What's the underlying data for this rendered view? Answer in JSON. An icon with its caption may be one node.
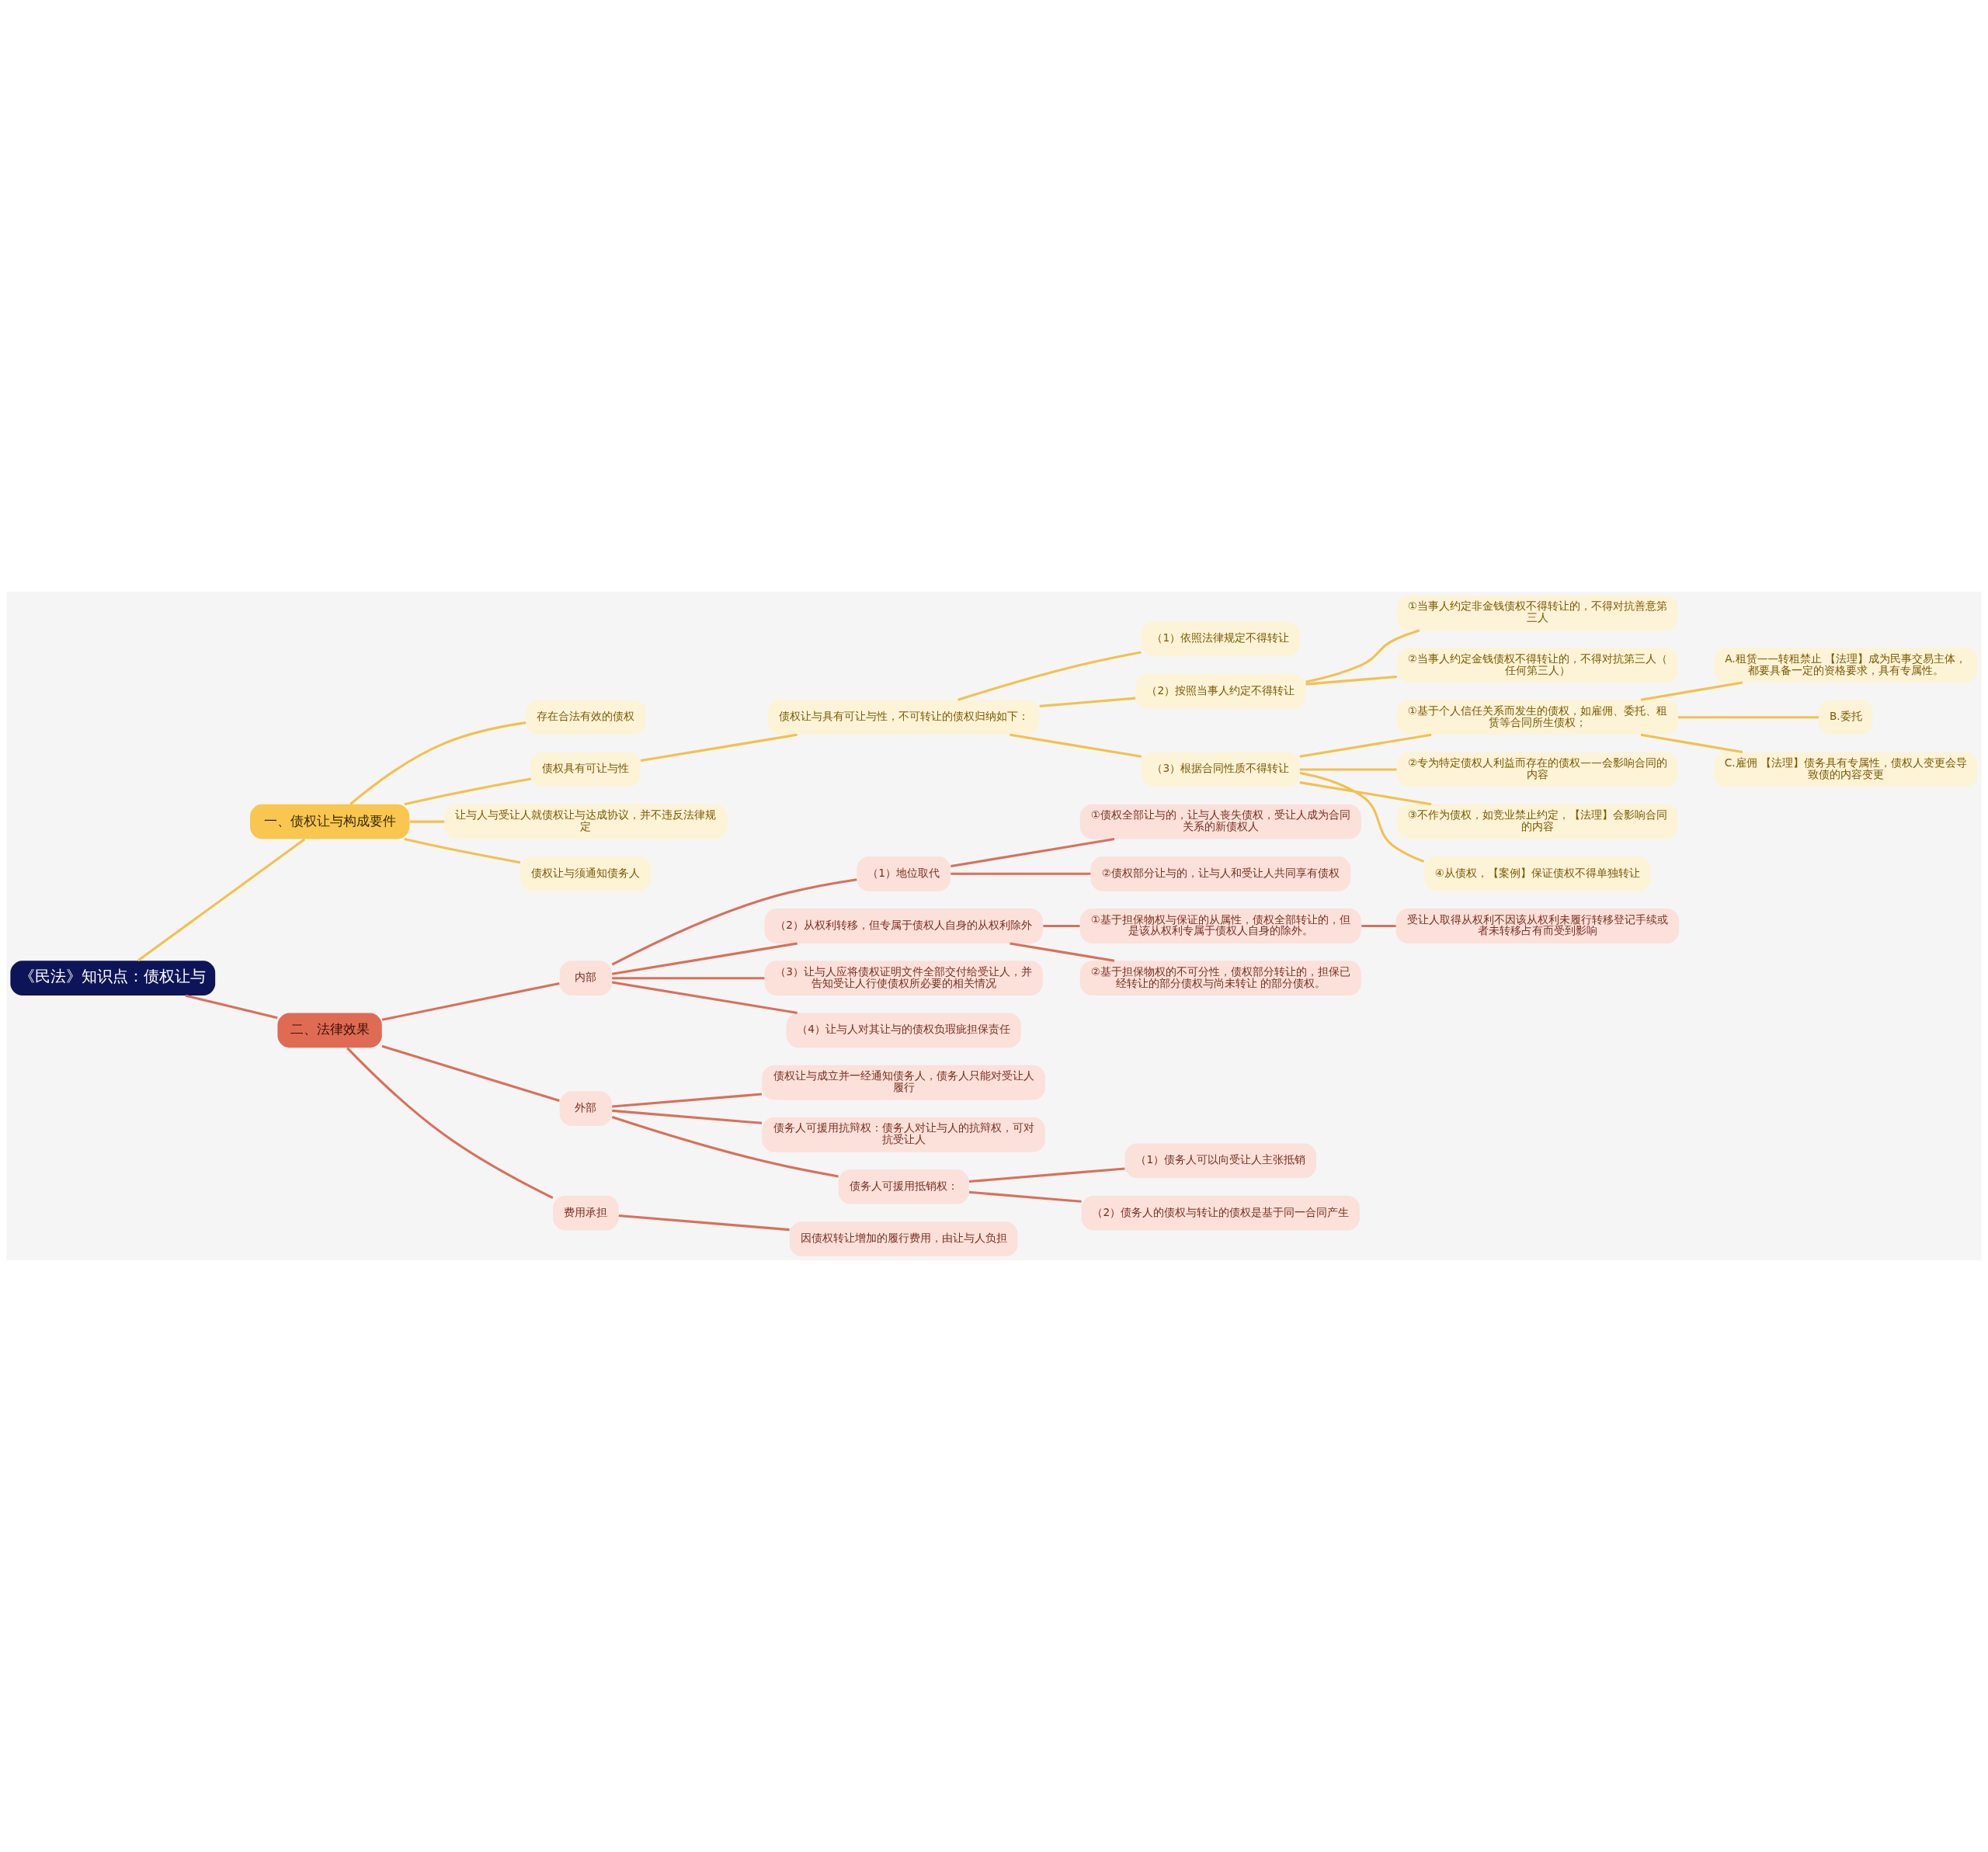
{
  "diagram": {
    "nodes": [
      {
        "text": [
          "《民法》知识点：债权让与"
        ]
      },
      {
        "text": [
          "一、债权让与构成要件"
        ]
      },
      {
        "text": [
          "存在合法有效的债权"
        ]
      },
      {
        "text": [
          "债权具有可让与性"
        ]
      },
      {
        "text": [
          "债权让与具有可让与性，不可转让的债权归纳如下："
        ]
      },
      {
        "text": [
          "（1）依照法律规定不得转让"
        ]
      },
      {
        "text": [
          "（2）按照当事人约定不得转让"
        ]
      },
      {
        "text": [
          "①当事人约定非金钱债权不得转让的，不得对抗善意第三人"
        ]
      },
      {
        "text": [
          "②当事人约定金钱债权不得转让的，不得对抗第三人（任何第三人）"
        ]
      },
      {
        "text": [
          "（3）根据合同性质不得转让"
        ]
      },
      {
        "text": [
          "①基于个人信任关系而发生的债权，如雇佣、委托、租赁等合同所生债权；"
        ]
      },
      {
        "text": [
          "A.租赁——转租禁止 【法理】成为民事交易主体，都要具备一定的资格要求，具有专属性。"
        ]
      },
      {
        "text": [
          "B.委托"
        ]
      },
      {
        "text": [
          "C.雇佣 【法理】债务具有专属性，债权人变更会导致债的内容变更"
        ]
      },
      {
        "text": [
          "②专为特定债权人利益而存在的债权——会影响合同的内容"
        ]
      },
      {
        "text": [
          "③不作为债权，如竞业禁止约定，【法理】会影响合同的内容"
        ]
      },
      {
        "text": [
          "④从债权，【案例】保证债权不得单独转让"
        ]
      },
      {
        "text": [
          "让与人与受让人就债权让与达成协议，并不违反法律规定"
        ]
      },
      {
        "text": [
          "债权让与须通知债务人"
        ]
      },
      {
        "text": [
          "二、法律效果"
        ]
      },
      {
        "text": [
          "内部"
        ]
      },
      {
        "text": [
          "（1）地位取代"
        ]
      },
      {
        "text": [
          "①债权全部让与的，让与人丧失债权，受让人成为合同关系的新债权人"
        ]
      },
      {
        "text": [
          "②债权部分让与的，让与人和受让人共同享有债权"
        ]
      },
      {
        "text": [
          "（2）从权利转移，但专属于债权人自身的从权利除外"
        ]
      },
      {
        "text": [
          "①基于担保物权与保证的从属性，债权全部转让的，但是该从权利专属于债权人自身的除外。"
        ]
      },
      {
        "text": [
          "受让人取得从权利不因该从权利未履行转移登记手续或者未转移占有而受到影响"
        ]
      },
      {
        "text": [
          "②基于担保物权的不可分性，债权部分转让的，担保已经转让的部分债权与尚未转让 的部分债权。"
        ]
      },
      {
        "text": [
          "（3）让与人应将债权证明文件全部交付给受让人，并告知受让人行使债权所必要的相关情况"
        ]
      },
      {
        "text": [
          "（4）让与人对其让与的债权负瑕疵担保责任"
        ]
      },
      {
        "text": [
          "外部"
        ]
      },
      {
        "text": [
          "债权让与成立并一经通知债务人，债务人只能对受让人履行"
        ]
      },
      {
        "text": [
          "债务人可援用抗辩权：债务人对让与人的抗辩权，可对抗受让人"
        ]
      },
      {
        "text": [
          "债务人可援用抵销权："
        ]
      },
      {
        "text": [
          "（1）债务人可以向受让人主张抵销"
        ]
      },
      {
        "text": [
          "（2）债务人的债权与转让的债权是基于同一合同产生"
        ]
      },
      {
        "text": [
          "费用承担"
        ]
      },
      {
        "text": [
          "因债权转让增加的履行费用，由让与人负担"
        ]
      }
    ],
    "edges": [
      {
        "from": 0,
        "to": 1,
        "arrow": "none",
        "color": "#f2c14e"
      },
      {
        "from": 1,
        "to": 2,
        "arrow": "none",
        "color": "#f2c14e"
      },
      {
        "from": 1,
        "to": 3,
        "arrow": "none",
        "color": "#f2c14e"
      },
      {
        "from": 3,
        "to": 4,
        "arrow": "none",
        "color": "#f2c14e"
      },
      {
        "from": 4,
        "to": 5,
        "arrow": "none",
        "color": "#f2c14e"
      },
      {
        "from": 4,
        "to": 6,
        "arrow": "none",
        "color": "#f2c14e"
      },
      {
        "from": 6,
        "to": 7,
        "arrow": "none",
        "color": "#f2c14e"
      },
      {
        "from": 6,
        "to": 8,
        "arrow": "none",
        "color": "#f2c14e"
      },
      {
        "from": 4,
        "to": 9,
        "arrow": "none",
        "color": "#f2c14e"
      },
      {
        "from": 9,
        "to": 10,
        "arrow": "none",
        "color": "#f2c14e"
      },
      {
        "from": 10,
        "to": 11,
        "arrow": "none",
        "color": "#f2c14e"
      },
      {
        "from": 10,
        "to": 12,
        "arrow": "none",
        "color": "#f2c14e"
      },
      {
        "from": 10,
        "to": 13,
        "arrow": "none",
        "color": "#f2c14e"
      },
      {
        "from": 9,
        "to": 14,
        "arrow": "none",
        "color": "#f2c14e"
      },
      {
        "from": 9,
        "to": 15,
        "arrow": "none",
        "color": "#f2c14e"
      },
      {
        "from": 9,
        "to": 16,
        "arrow": "none",
        "color": "#f2c14e"
      },
      {
        "from": 1,
        "to": 17,
        "arrow": "none",
        "color": "#f2c14e"
      },
      {
        "from": 1,
        "to": 18,
        "arrow": "none",
        "color": "#f2c14e"
      },
      {
        "from": 0,
        "to": 19,
        "arrow": "none"
      },
      {
        "from": 19,
        "to": 20,
        "arrow": "none"
      },
      {
        "from": 20,
        "to": 21,
        "arrow": "none"
      },
      {
        "from": 21,
        "to": 22,
        "arrow": "none"
      },
      {
        "from": 21,
        "to": 23,
        "arrow": "none"
      },
      {
        "from": 20,
        "to": 24,
        "arrow": "none"
      },
      {
        "from": 24,
        "to": 25,
        "arrow": "none"
      },
      {
        "from": 25,
        "to": 26,
        "arrow": "none"
      },
      {
        "from": 24,
        "to": 27,
        "arrow": "none"
      },
      {
        "from": 20,
        "to": 28,
        "arrow": "none"
      },
      {
        "from": 20,
        "to": 29,
        "arrow": "none"
      },
      {
        "from": 19,
        "to": 30,
        "arrow": "none"
      },
      {
        "from": 30,
        "to": 31,
        "arrow": "none"
      },
      {
        "from": 30,
        "to": 32,
        "arrow": "none"
      },
      {
        "from": 30,
        "to": 33,
        "arrow": "none"
      },
      {
        "from": 33,
        "to": 34,
        "arrow": "none"
      },
      {
        "from": 33,
        "to": 35,
        "arrow": "none"
      },
      {
        "from": 19,
        "to": 36,
        "arrow": "none"
      },
      {
        "from": 36,
        "to": 37,
        "arrow": "none"
      }
    ]
  }
}
